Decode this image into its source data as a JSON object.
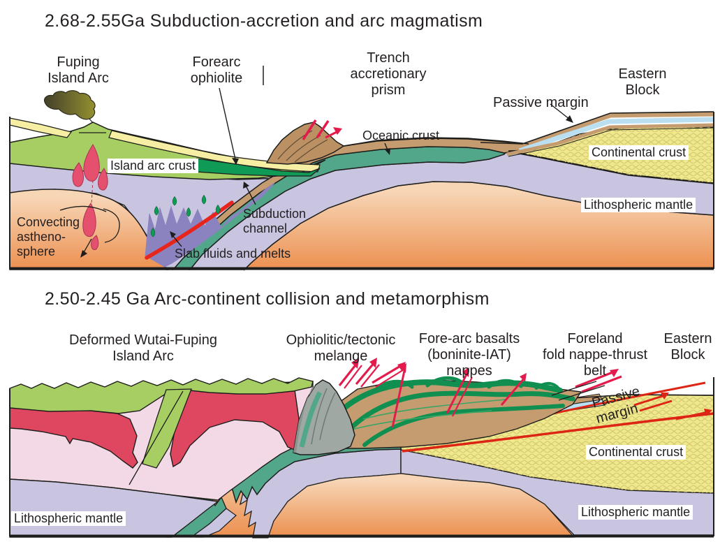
{
  "panel1": {
    "title": "2.68-2.55Ga Subduction-accretion and arc magmatism",
    "labels": {
      "fuping_island_arc": "Fuping\nIsland Arc",
      "forearc_ophiolite": "Forearc\nophiolite",
      "trench_accretionary_prism": "Trench\naccretionary\nprism",
      "eastern_block": "Eastern Block",
      "passive_margin": "Passive margin",
      "oceanic_crust": "Oceanic crust",
      "island_arc_crust": "Island arc crust",
      "continental_crust": "Continental crust",
      "lithospheric_mantle": "Lithospheric mantle",
      "convecting_asthenosphere": "Convecting\nastheno-\nsphere",
      "subduction_channel": "Subduction\nchannel",
      "slab_fluids_and_melts": "Slab fluids and melts"
    }
  },
  "panel2": {
    "title": "2.50-2.45 Ga Arc-continent collision and metamorphism",
    "labels": {
      "deformed_arc": "Deformed Wutai-Fuping\nIsland Arc",
      "ophiolitic_melange": "Ophiolitic/tectonic\nmelange",
      "forearc_basalts": "Fore-arc basalts\n(boninite-IAT)\nnappes",
      "foreland_belt": "Foreland\nfold nappe-thrust\nbelt",
      "eastern_block": "Eastern\nBlock",
      "passive_margin": "Passive margin",
      "continental_crust": "Continental crust",
      "lithospheric_mantle_left": "Lithospheric mantle",
      "lithospheric_mantle_right": "Lithospheric mantle"
    }
  },
  "colors": {
    "text": "#231f20",
    "outline": "#1d1d1b",
    "label_bg": "#ffffff",
    "arc_green": "#a6ce63",
    "ophiolite_green": "#0f9b55",
    "nappe_green": "#108f50",
    "nappe_green_light": "#3aa565",
    "oceanic_teal": "#52a78b",
    "mantle_lavender": "#c9c5e0",
    "asthenosphere_top": "#f7d6b6",
    "asthenosphere_bottom": "#ec9050",
    "continental_yellow": "#f0e88d",
    "crust_wave": "#d2c66e",
    "surface_yellow": "#f6efa3",
    "sediment_tan": "#c59c70",
    "prism_tan": "#bb9164",
    "passive_blue": "#b9dff0",
    "magma_pink": "#e5506e",
    "magma_outline": "#a93652",
    "arc_crimson": "#df4760",
    "arc_pink": "#f3d9e5",
    "fluid_purple": "#8b83bf",
    "melt_red": "#e8251d",
    "fault_red": "#dd2515",
    "slip_red": "#e31b4c",
    "melange_gray": "#9fa8a2",
    "melange_gray_dark": "#8a938d",
    "smoke_dark": "#42402a",
    "smoke_olive": "#949030"
  }
}
